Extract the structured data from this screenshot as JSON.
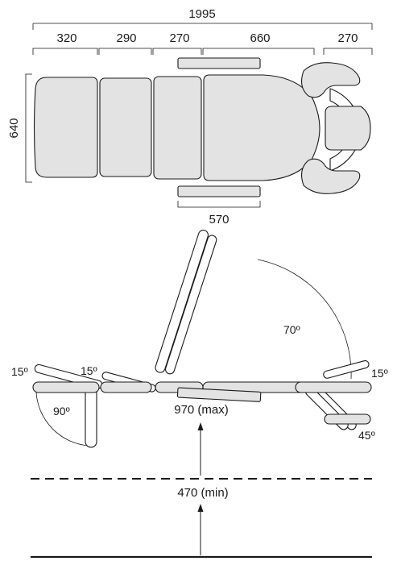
{
  "top_view": {
    "total_length": "1995",
    "segment_lengths": [
      "320",
      "290",
      "270",
      "660",
      "270"
    ],
    "width": "640",
    "armrest_length": "570"
  },
  "side_view": {
    "angles": {
      "leg_up": "15º",
      "leg_down": "90º",
      "mid_up": "15º",
      "back_up": "70º",
      "head_up": "15º",
      "head_down": "45º"
    },
    "height_max": "970 (max)",
    "height_min": "470 (min)"
  }
}
